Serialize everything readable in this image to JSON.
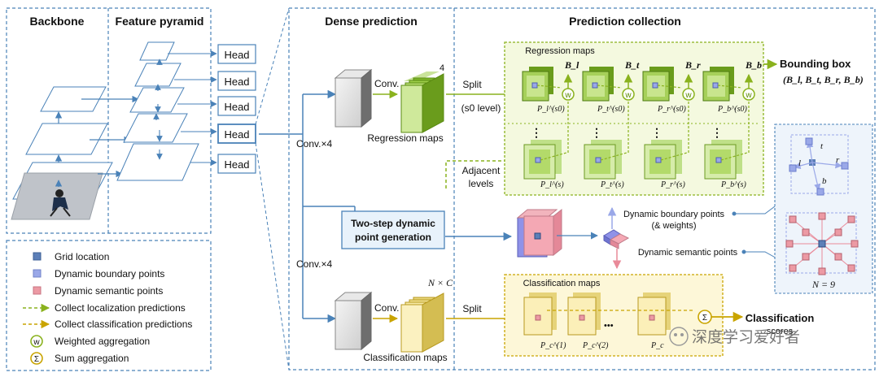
{
  "sections": {
    "backbone": "Backbone",
    "feature_pyramid": "Feature pyramid",
    "dense_prediction": "Dense prediction",
    "prediction_collection": "Prediction collection"
  },
  "heads": [
    "Head",
    "Head",
    "Head",
    "Head",
    "Head"
  ],
  "dense": {
    "conv_x4_top": "Conv.×4",
    "conv_x4_bottom": "Conv.×4",
    "conv_top": "Conv.",
    "conv_bottom": "Conv.",
    "four": "4",
    "nxc": "N × C",
    "regression_maps": "Regression maps",
    "classification_maps": "Classification maps",
    "two_step_line1": "Two-step dynamic",
    "two_step_line2": "point generation"
  },
  "collection": {
    "split_top": "Split",
    "s0_level": "(s0 level)",
    "adjacent_line1": "Adjacent",
    "adjacent_line2": "levels",
    "split_bottom": "Split",
    "regression_panel_title": "Regression maps",
    "classification_panel_title": "Classification maps",
    "b_labels": [
      "B_l",
      "B_t",
      "B_r",
      "B_b"
    ],
    "p_s0_labels": [
      "P_l^(s0)",
      "P_t^(s0)",
      "P_r^(s0)",
      "P_b^(s0)"
    ],
    "p_s_labels": [
      "P_l^(s)",
      "P_t^(s)",
      "P_r^(s)",
      "P_b^(s)"
    ],
    "pc_labels": [
      "P_c^(1)",
      "P_c^(2)",
      "P_c"
    ],
    "vdots": "⋮",
    "hdots": "•••",
    "bounding_box_title": "Bounding box",
    "bounding_box_tuple": "(B_l, B_t, B_r, B_b)",
    "dyn_boundary_line1": "Dynamic boundary points",
    "dyn_boundary_line2": "(& weights)",
    "dyn_semantic": "Dynamic semantic points",
    "classification_line1": "Classification",
    "classification_line2": "scores",
    "boundary_letters": [
      "t",
      "l",
      "r",
      "b"
    ],
    "n_equals": "N = 9"
  },
  "legend": [
    {
      "text": "Grid location"
    },
    {
      "text": "Dynamic boundary points"
    },
    {
      "text": "Dynamic semantic points"
    },
    {
      "text": "Collect localization predictions"
    },
    {
      "text": "Collect classification predictions"
    },
    {
      "text": "Weighted aggregation",
      "symbol": "w"
    },
    {
      "text": "Sum aggregation",
      "symbol": "Σ"
    }
  ],
  "watermark": "深度学习爱好者",
  "colors": {
    "blue_line": "#4a82b8",
    "green": "#8ab21e",
    "yellow": "#c9a400",
    "green_panel": "#f2f8dc",
    "yellow_panel": "#fdf7d8",
    "grid": "#5c7fb8",
    "boundary": "#9aa8e8",
    "semantic": "#ec9aa4"
  }
}
